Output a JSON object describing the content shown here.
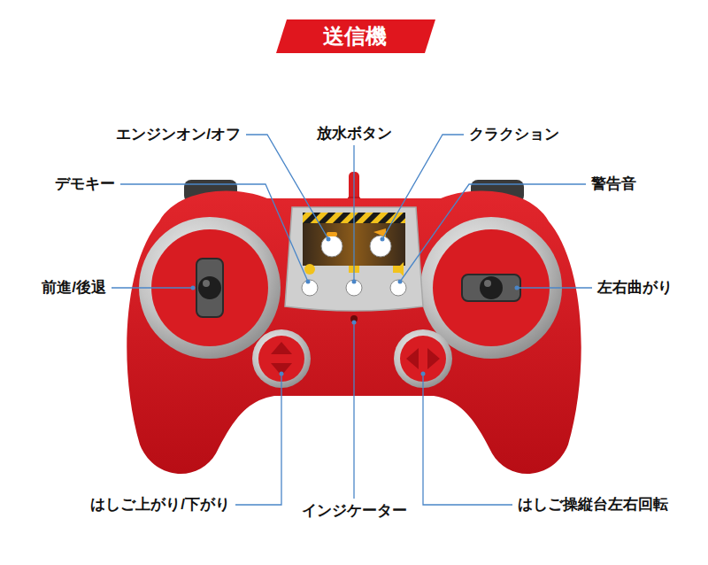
{
  "diagram": {
    "title": "送信機",
    "labels": [
      "エンジンオン/オフ",
      "放水ボタン",
      "クラクション",
      "デモキー",
      "警告音",
      "前進/後退",
      "左右曲がり",
      "はしご上がり/下がり",
      "インジケーター",
      "はしご操縦台左右回転"
    ]
  }
}
